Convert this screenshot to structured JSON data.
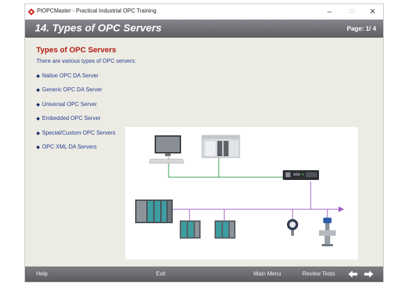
{
  "window": {
    "title": "PiOPCMaster - Practical Industrial OPC Training",
    "controls": {
      "minimize": "–",
      "maximize": "□",
      "close": "✕"
    }
  },
  "header": {
    "title": "14. Types of OPC Servers",
    "page": "Page: 1/ 4"
  },
  "content": {
    "heading": "Types of OPC Servers",
    "intro": "There are various types of OPC servers:",
    "bullet": "◆",
    "servers": [
      "Native OPC DA Server",
      "Generic OPC DA Server",
      "Universal OPC Server",
      "Embedded OPC Server",
      "Special/Custom OPC Servers",
      "OPC XML DA Servers"
    ]
  },
  "diagram_icons": [
    "computer-icon",
    "controller-rack-icon",
    "network-gateway-icon",
    "plc-rack-icon",
    "io-module-icon",
    "sensor-icon",
    "flow-transmitter-icon"
  ],
  "footer": {
    "help": "Help",
    "exit": "Exit",
    "main_menu": "Main Menu",
    "review_tests": "Review Tests"
  },
  "colors": {
    "heading": "#b41d12",
    "body_text": "#2a3d8f",
    "header_bar": "#6e6f74",
    "background": "#ecebe4",
    "network_line_green": "#2e9a4a",
    "network_line_purple": "#9b5bbf"
  }
}
